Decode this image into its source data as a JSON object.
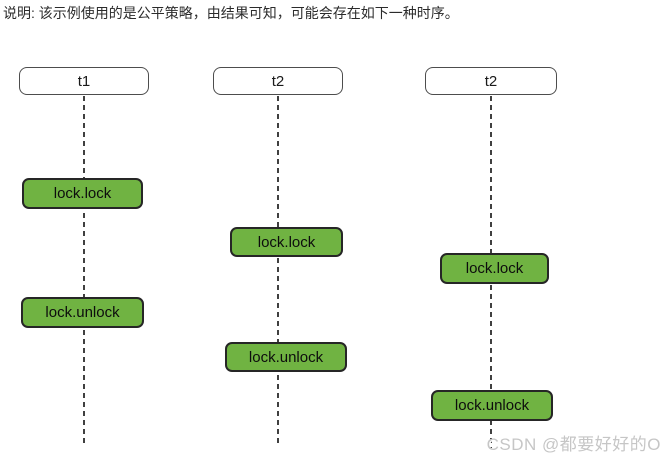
{
  "description": "说明: 该示例使用的是公平策略，由结果可知，可能会存在如下一种时序。",
  "watermark": "CSDN @都要好好的O",
  "colors": {
    "event_fill": "#70b342",
    "event_border": "#262626",
    "header_fill": "#ffffff",
    "header_border": "#4d4d4d",
    "lifeline": "#404040",
    "text": "#1a1a1a",
    "watermark": "#c6c6c6"
  },
  "columns": [
    {
      "label": "t1",
      "events": [
        {
          "label": "lock.lock"
        },
        {
          "label": "lock.unlock"
        }
      ]
    },
    {
      "label": "t2",
      "events": [
        {
          "label": "lock.lock"
        },
        {
          "label": "lock.unlock"
        }
      ]
    },
    {
      "label": "t2",
      "events": [
        {
          "label": "lock.lock"
        },
        {
          "label": "lock.unlock"
        }
      ]
    }
  ]
}
